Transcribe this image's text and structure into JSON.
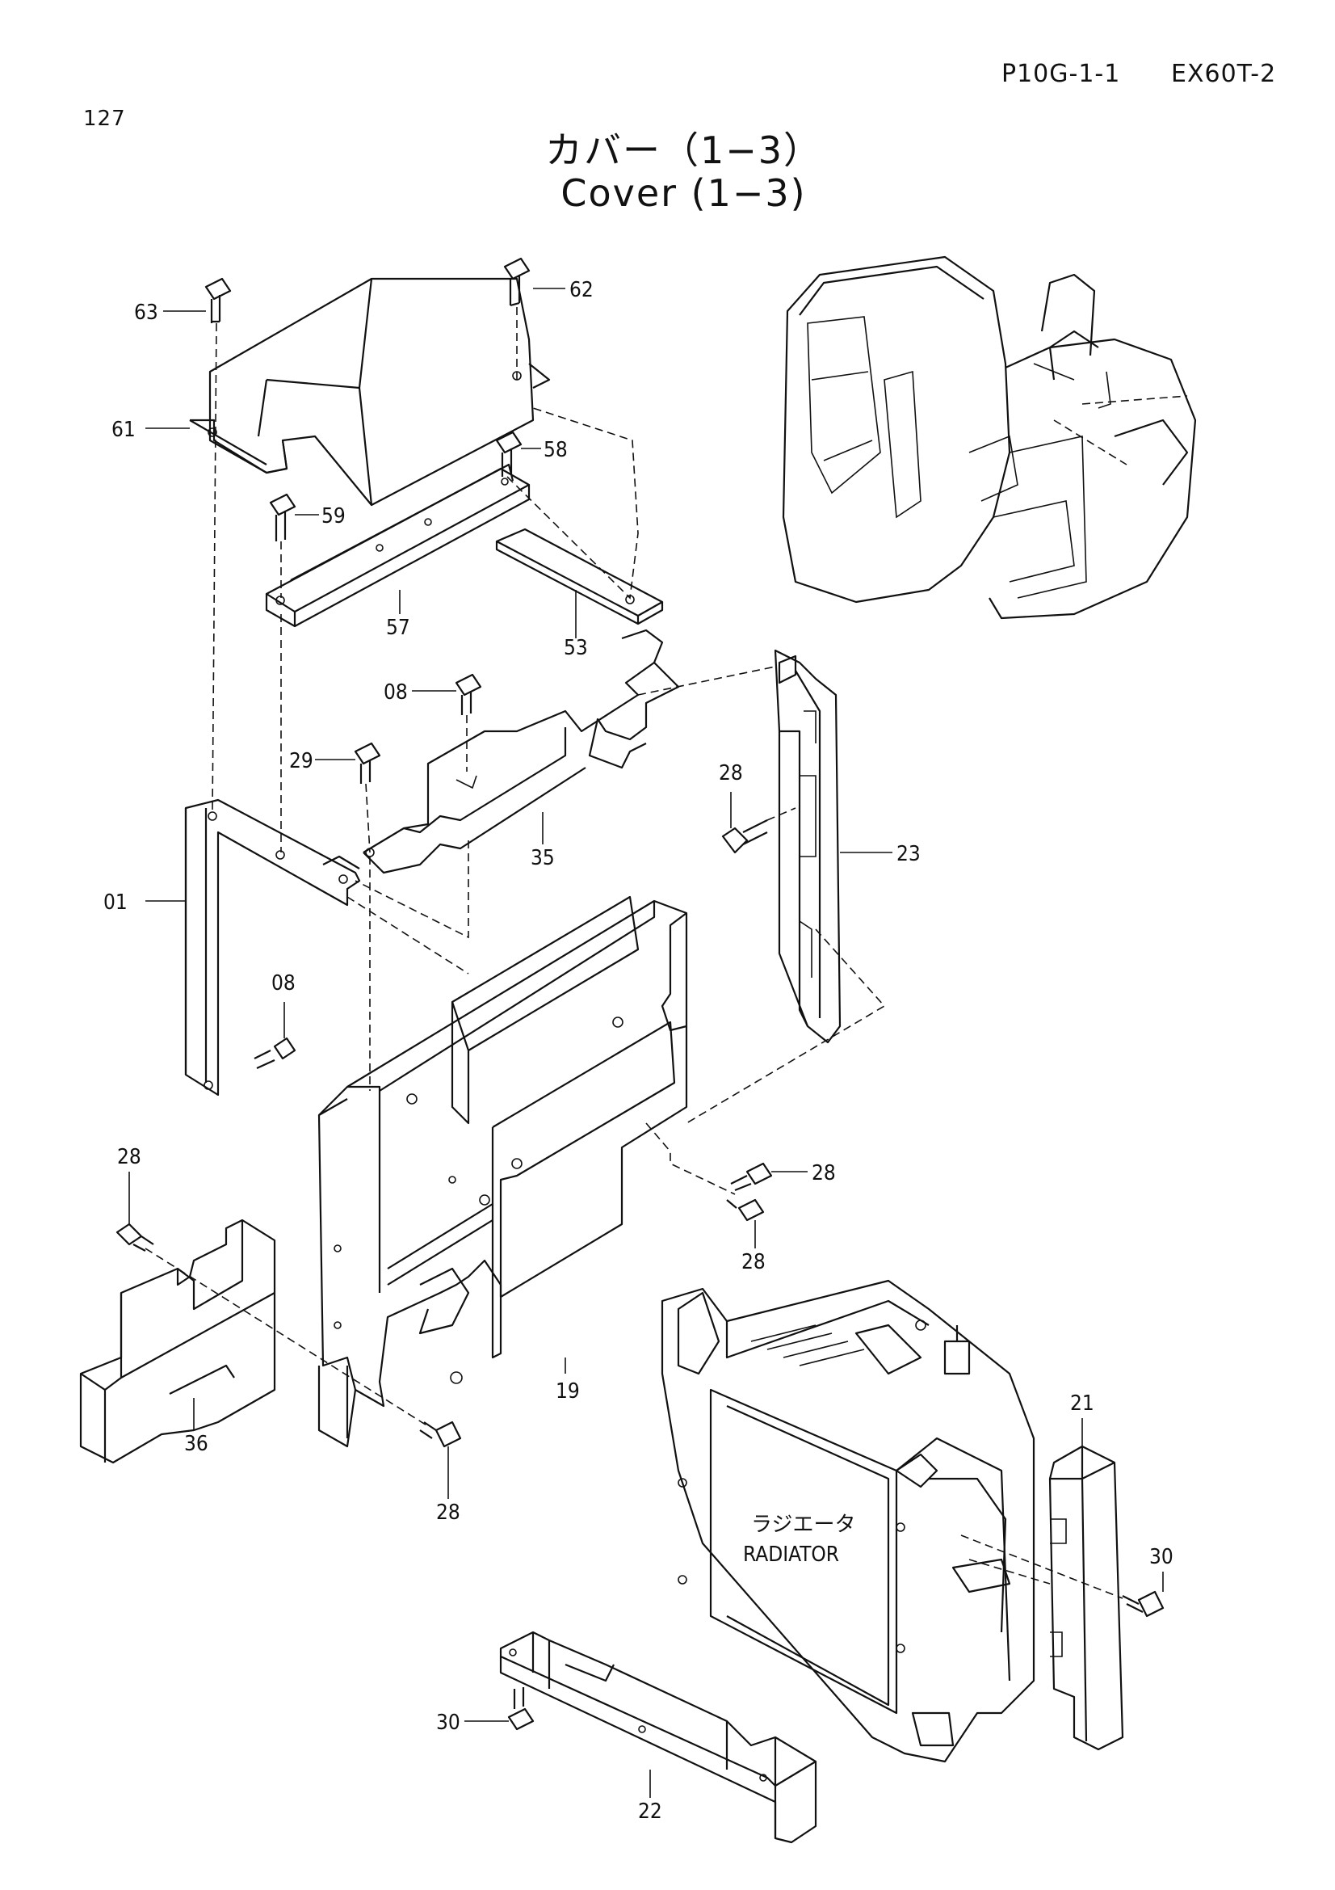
{
  "header": {
    "page_number": "127",
    "code": "P10G-1-1",
    "model": "EX60T-2"
  },
  "title": {
    "japanese": "カバー（1−3）",
    "english": "Cover (1−3)"
  },
  "labels": {
    "radiator_ja": "ラジエータ",
    "radiator_en": "RADIATOR"
  },
  "callouts": {
    "p63": "63",
    "p62": "62",
    "p61": "61",
    "p58": "58",
    "p59": "59",
    "p57": "57",
    "p53": "53",
    "p08a": "08",
    "p29": "29",
    "p35": "35",
    "p28a": "28",
    "p23": "23",
    "p01": "01",
    "p08b": "08",
    "p28b": "28",
    "p28c": "28",
    "p28d": "28",
    "p19": "19",
    "p36": "36",
    "p28e": "28",
    "p21": "21",
    "p30a": "30",
    "p30b": "30",
    "p22": "22"
  }
}
